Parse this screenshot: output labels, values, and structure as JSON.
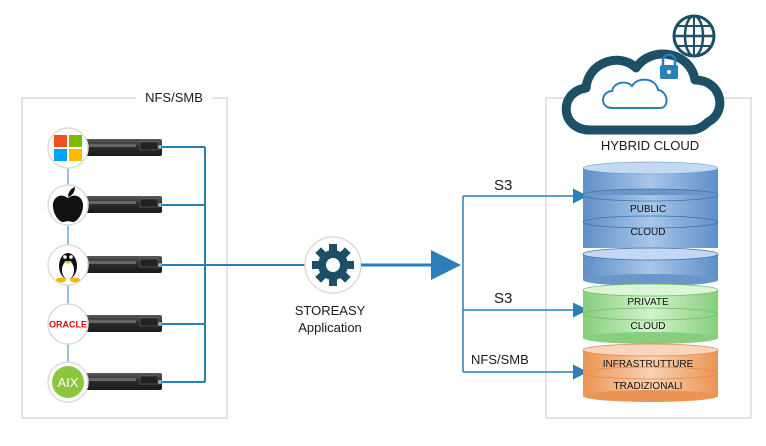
{
  "left_box": {
    "label": "NFS/SMB"
  },
  "clients": [
    {
      "name": "windows"
    },
    {
      "name": "apple"
    },
    {
      "name": "linux"
    },
    {
      "name": "oracle",
      "text": "ORACLE"
    },
    {
      "name": "aix",
      "text": "AIX"
    }
  ],
  "app": {
    "line1": "STOREASY",
    "line2": "Application"
  },
  "connections": {
    "s3_top": "S3",
    "s3_mid": "S3",
    "nfs_bottom": "NFS/SMB"
  },
  "right_box": {
    "title": "HYBRID CLOUD"
  },
  "storage": {
    "public": {
      "line1": "PUBLIC",
      "line2": "CLOUD"
    },
    "private": {
      "line1": "PRIVATE",
      "line2": "CLOUD"
    },
    "traditional": {
      "line1": "INFRASTRUTTURE",
      "line2": "TRADIZIONALI"
    }
  },
  "colors": {
    "line": "#2a7fb8",
    "cloud_dark": "#1d4f66",
    "disk_blue": "#7ea8d6",
    "disk_green": "#a8dea0",
    "disk_orange": "#f2b07c",
    "aix_green": "#8cc63f",
    "oracle_red": "#e30613"
  }
}
